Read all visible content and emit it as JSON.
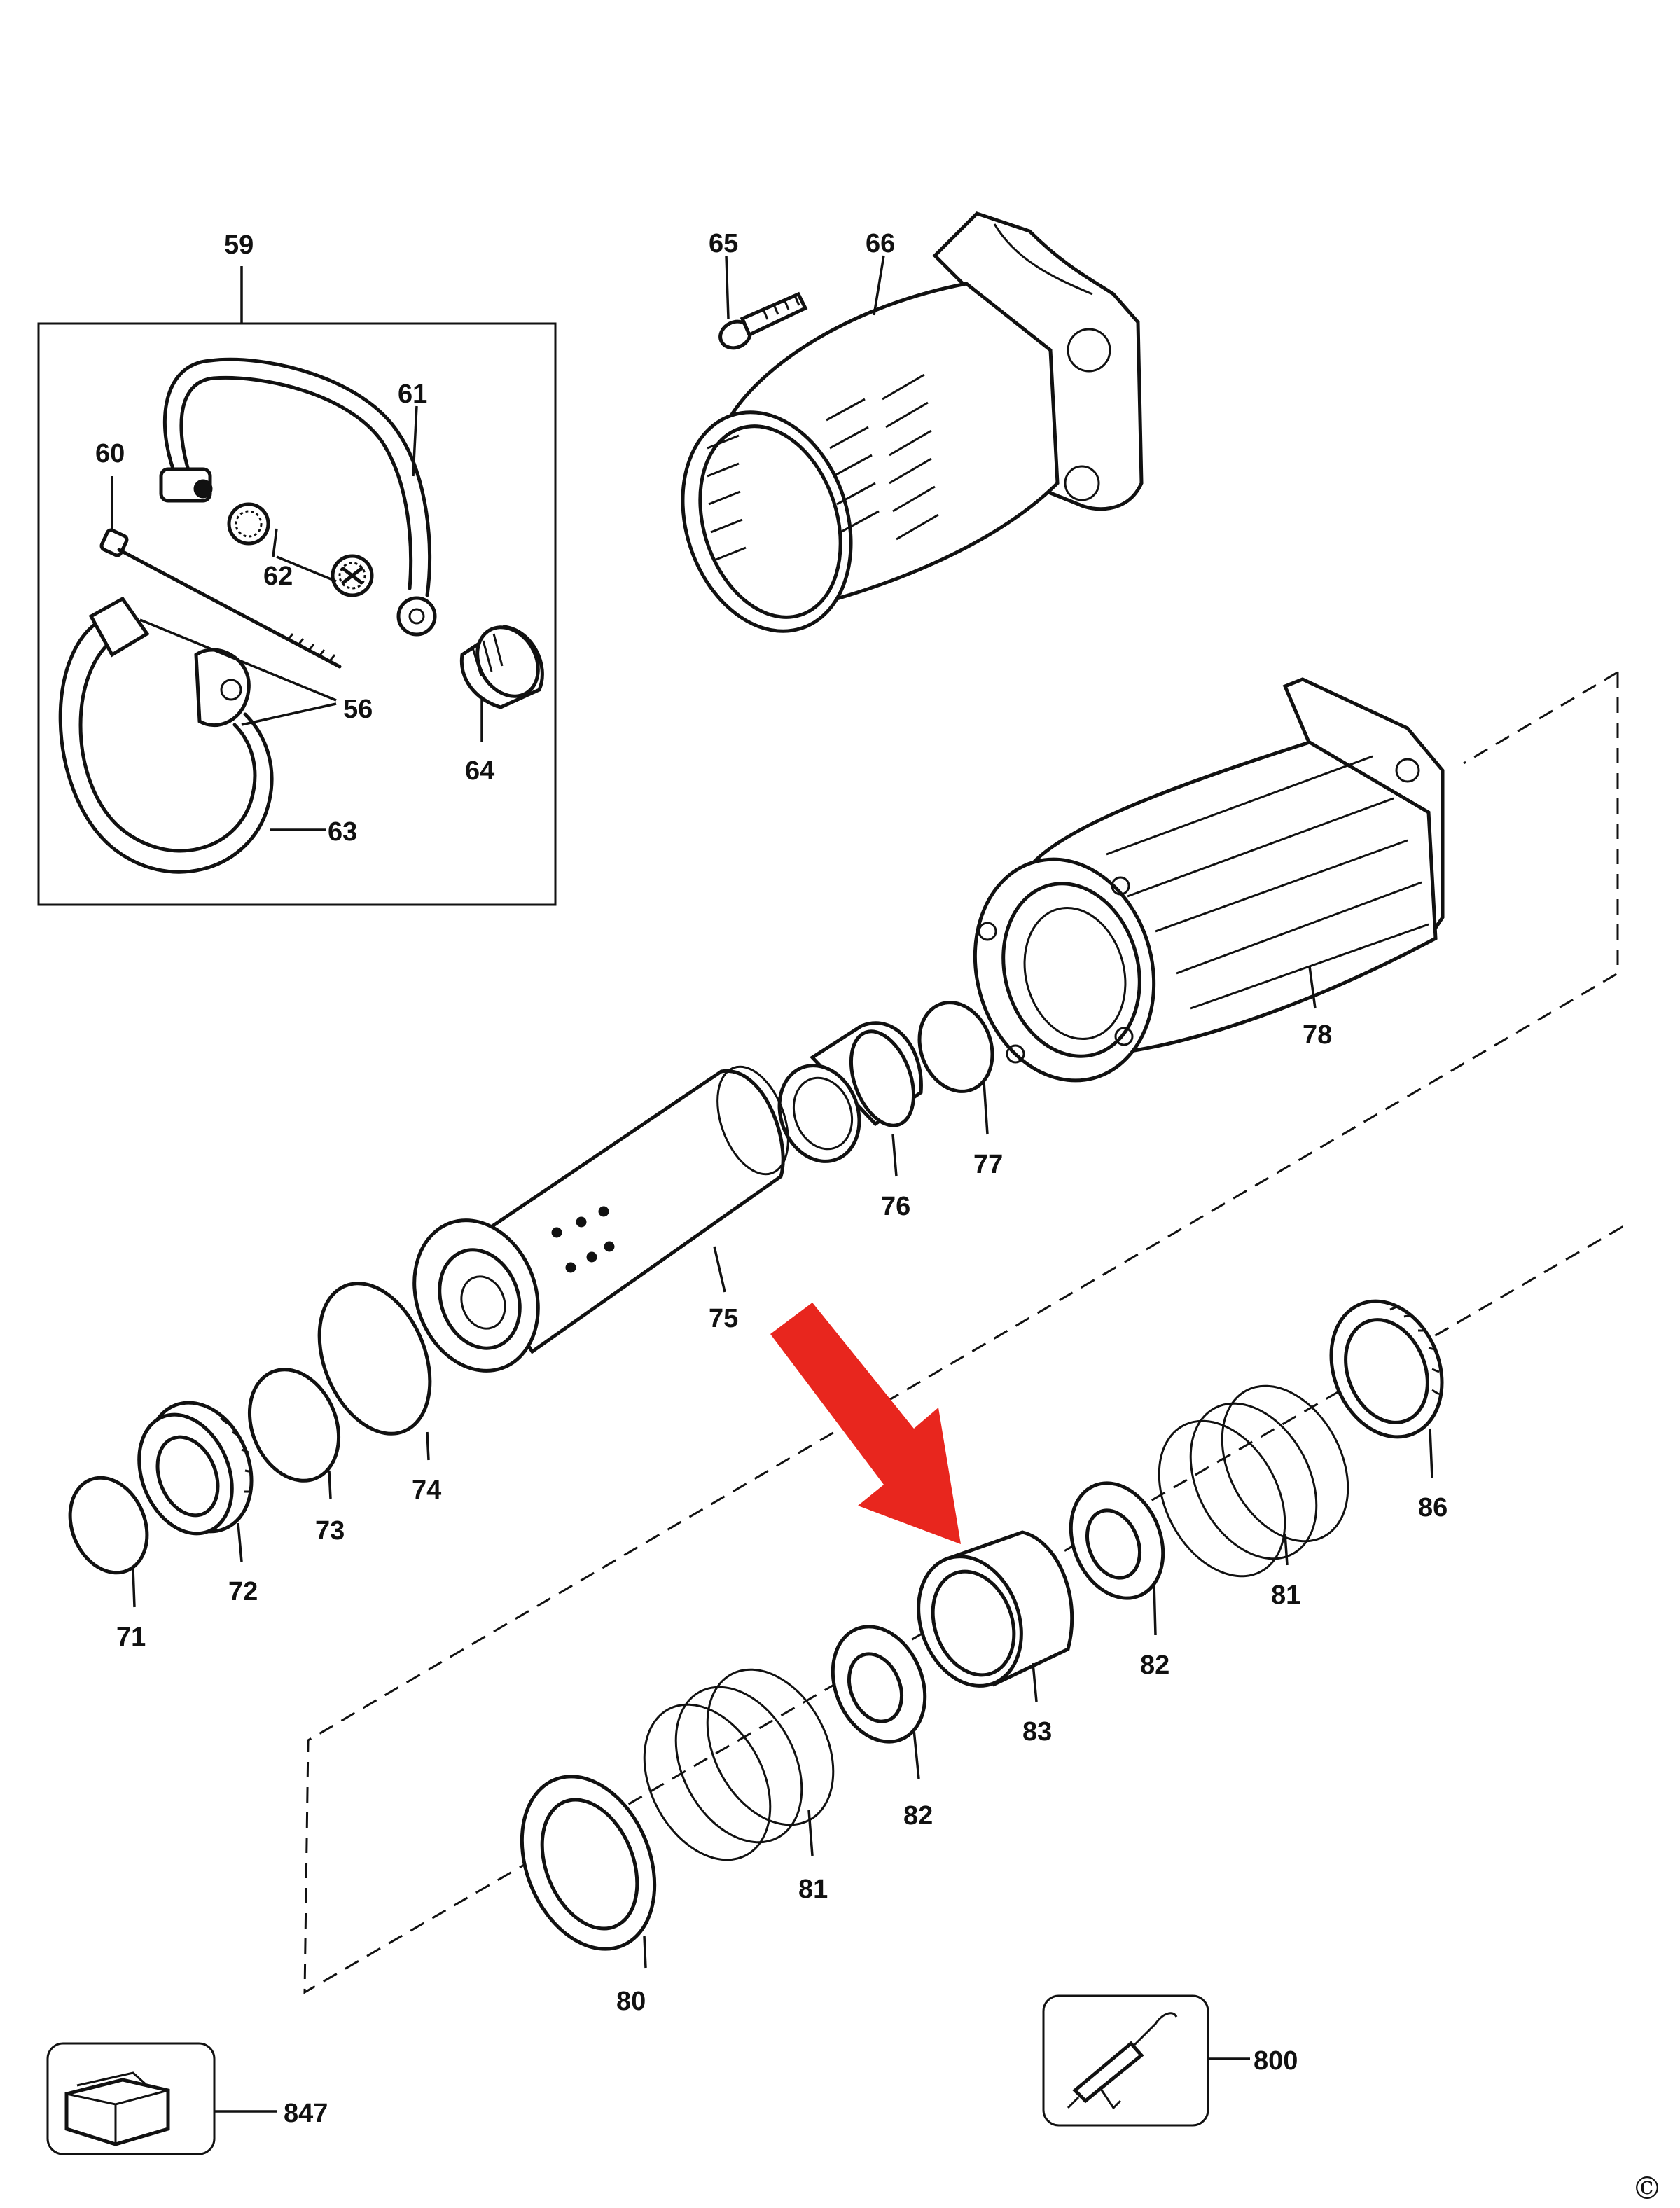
{
  "labels": {
    "p56": "56",
    "p59": "59",
    "p60": "60",
    "p61": "61",
    "p62": "62",
    "p63": "63",
    "p64": "64",
    "p65": "65",
    "p66": "66",
    "p71": "71",
    "p72": "72",
    "p73": "73",
    "p74": "74",
    "p75": "75",
    "p76": "76",
    "p77": "77",
    "p78": "78",
    "p80": "80",
    "p81a": "81",
    "p81b": "81",
    "p82a": "82",
    "p82b": "82",
    "p83": "83",
    "p86": "86",
    "p800": "800",
    "p847": "847"
  },
  "copyright": "©",
  "colors": {
    "line": "#111111",
    "highlight_arrow": "#e8261e",
    "background": "#ffffff"
  },
  "highlighted_part": "83"
}
